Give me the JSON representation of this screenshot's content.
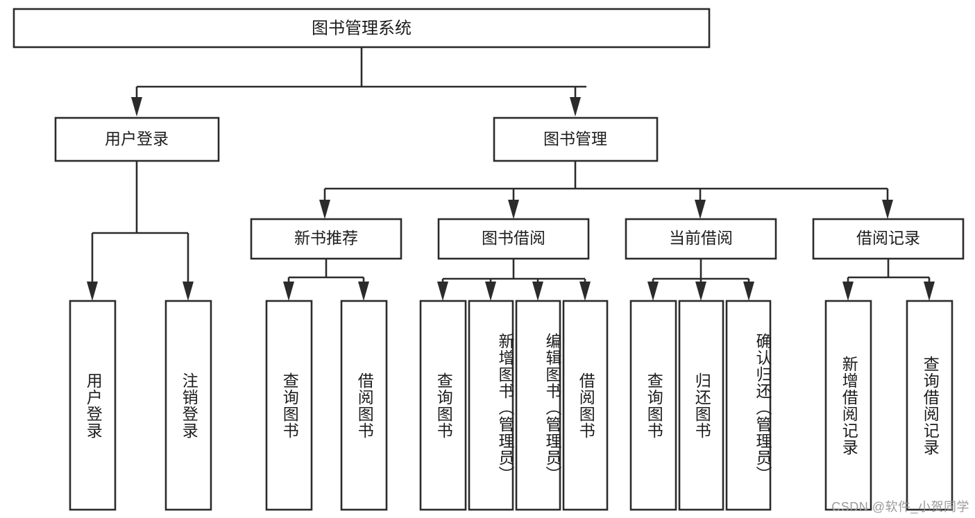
{
  "diagram": {
    "type": "tree",
    "title_node": {
      "id": "root",
      "label": "图书管理系统"
    },
    "level2": [
      {
        "id": "user-login",
        "label": "用户登录"
      },
      {
        "id": "book-management",
        "label": "图书管理"
      }
    ],
    "level3": [
      {
        "id": "new-book-recommend",
        "label": "新书推荐",
        "parent": "book-management"
      },
      {
        "id": "book-borrow",
        "label": "图书借阅",
        "parent": "book-management"
      },
      {
        "id": "current-borrow",
        "label": "当前借阅",
        "parent": "book-management"
      },
      {
        "id": "borrow-record",
        "label": "借阅记录",
        "parent": "book-management"
      }
    ],
    "leaves": {
      "user_login": [
        {
          "id": "leaf-user-login",
          "label": "用户登录"
        },
        {
          "id": "leaf-logout-login",
          "label": "注销登录"
        }
      ],
      "new_book_recommend": [
        {
          "id": "leaf-query-book-1",
          "label": "查询图书"
        },
        {
          "id": "leaf-borrow-book-1",
          "label": "借阅图书"
        }
      ],
      "book_borrow": [
        {
          "id": "leaf-query-book-2",
          "label": "查询图书"
        },
        {
          "id": "leaf-add-book",
          "label": "新增图书（管理员）"
        },
        {
          "id": "leaf-edit-book",
          "label": "编辑图书（管理员）"
        },
        {
          "id": "leaf-borrow-book-2",
          "label": "借阅图书"
        }
      ],
      "current_borrow": [
        {
          "id": "leaf-query-book-3",
          "label": "查询图书"
        },
        {
          "id": "leaf-return-book",
          "label": "归还图书"
        },
        {
          "id": "leaf-confirm-return",
          "label": "确认归还（管理员）"
        }
      ],
      "borrow_record": [
        {
          "id": "leaf-add-borrow-record",
          "label": "新增借阅记录"
        },
        {
          "id": "leaf-query-borrow-record",
          "label": "查询借阅记录"
        }
      ]
    }
  },
  "watermark": {
    "text": "CSDN @软件_小贺同学"
  },
  "colors": {
    "background": "#ffffff",
    "stroke": "#2b2b2b",
    "text": "#1c1c1c",
    "watermark": "#9a9a9a"
  }
}
